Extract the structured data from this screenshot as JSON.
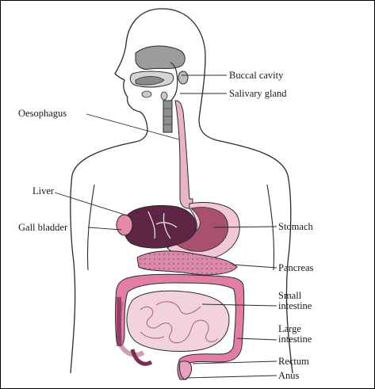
{
  "labels": {
    "buccal_cavity": "Buccal cavity",
    "salivary_gland": "Salivary gland",
    "oesophagus": "Oesophagus",
    "liver": "Liver",
    "gall_bladder": "Gall bladder",
    "stomach": "Stomach",
    "pancreas": "Pancreas",
    "small_intestine": "Small\nintestine",
    "large_intestine": "Large\nintestine",
    "rectum": "Rectum",
    "anus": "Anus"
  },
  "colors": {
    "outline": "#2a2a2a",
    "head_cavity": "#9c9c9c",
    "oesophagus": "#e7b4c8",
    "stomach": "#a9506f",
    "liver": "#5e2545",
    "gall_bladder": "#e58aa9",
    "pancreas": "#d98aab",
    "small_intestine": "#f2d2dd",
    "large_intestine": "#e27ea6",
    "rectum": "#e8a0bc"
  }
}
